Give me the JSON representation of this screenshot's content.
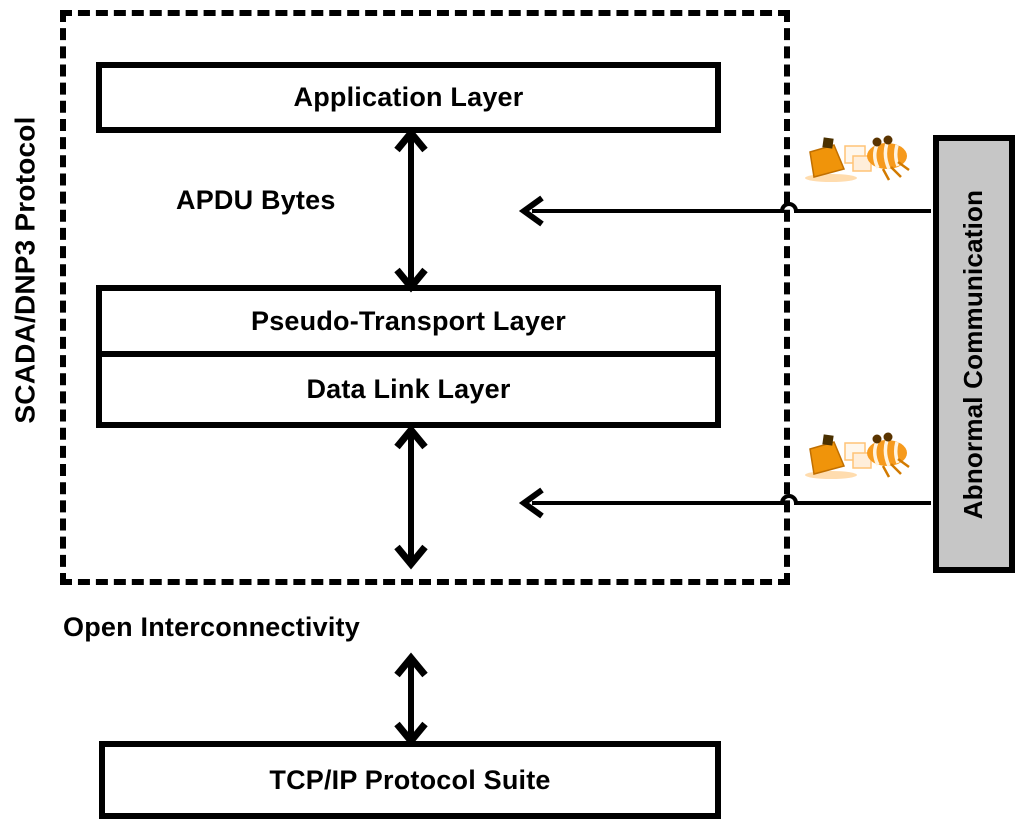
{
  "figure": {
    "side_label": "SCADA/DNP3 Protocol",
    "abnormal_label": "Abnormal Communication",
    "apdu_label": "APDU Bytes",
    "open_label": "Open Interconnectivity",
    "boxes": {
      "application": "Application Layer",
      "pseudo_transport": "Pseudo-Transport Layer",
      "data_link": "Data Link Layer",
      "tcpip": "TCP/IP Protocol Suite"
    },
    "icons": [
      {
        "name": "attack-clipart-icon",
        "meaning": "abnormal traffic injection clipart (orange)"
      },
      {
        "name": "attack-clipart-icon",
        "meaning": "abnormal traffic injection clipart (orange)"
      }
    ],
    "colors": {
      "line": "#000000",
      "abnormal_box_fill": "#c6c6c6",
      "icon_orange": "#f0940a",
      "background": "#ffffff"
    }
  }
}
